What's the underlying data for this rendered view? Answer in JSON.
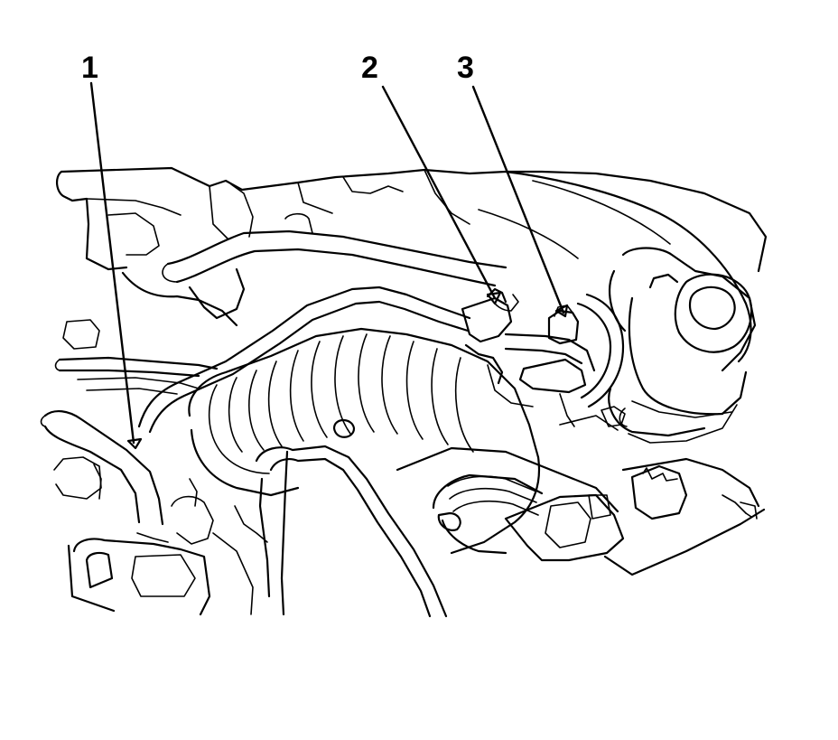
{
  "diagram": {
    "callouts": [
      {
        "id": "callout-1",
        "label": "1"
      },
      {
        "id": "callout-2",
        "label": "2"
      },
      {
        "id": "callout-3",
        "label": "3"
      }
    ]
  },
  "colors": {
    "line": "#000000",
    "background": "#ffffff"
  }
}
